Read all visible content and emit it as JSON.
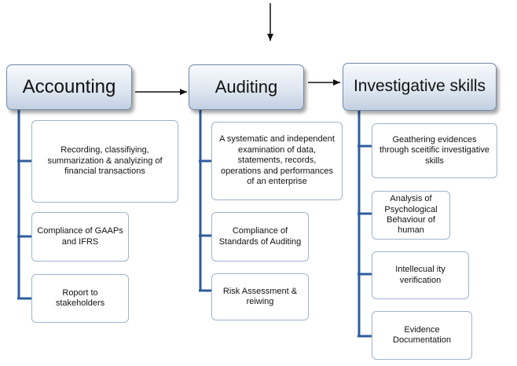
{
  "colors": {
    "connector": "#2f5d9e",
    "arrow": "#111111"
  },
  "columns": [
    {
      "header": "Accounting",
      "items": [
        "Recording, classifiying, summarization & analyizing of financial transactions",
        "Compliance of GAAPs and IFRS",
        "Roport to stakeholders"
      ]
    },
    {
      "header": "Auditing",
      "items": [
        "A systematic and independent examination of data, statements, records, operations and performances of an enterprise",
        "Compliance of Standards of Auditing",
        "Risk Assessment & reiwing"
      ]
    },
    {
      "header": "Investigative skills",
      "items": [
        "Geathering evidences through sceitific investigative skills",
        "Analysis of Psychological Behaviour of human",
        "Intellecual ity verification",
        "Evidence Documentation"
      ]
    }
  ]
}
